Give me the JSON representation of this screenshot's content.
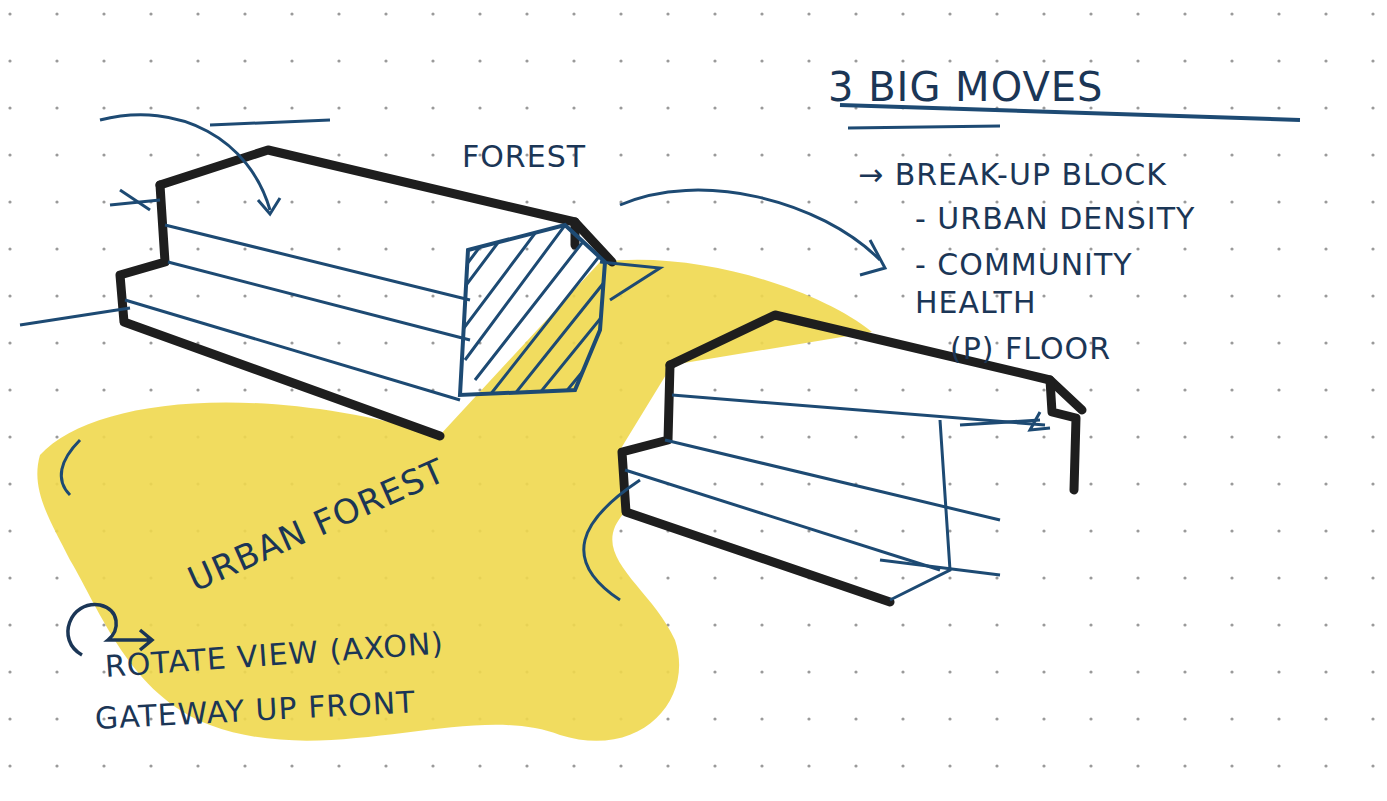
{
  "diagram": {
    "labels": [
      "FOREST",
      "3 BIG MOVES",
      "→ BREAK-UP BLOCK",
      "- URBAN DENSITY",
      "- COMMUNITY HEALTH",
      "(P) FLOOR",
      "URBAN FOREST",
      "ROTATE VIEW (AXON)",
      "GATEWAY UP FRONT"
    ]
  }
}
